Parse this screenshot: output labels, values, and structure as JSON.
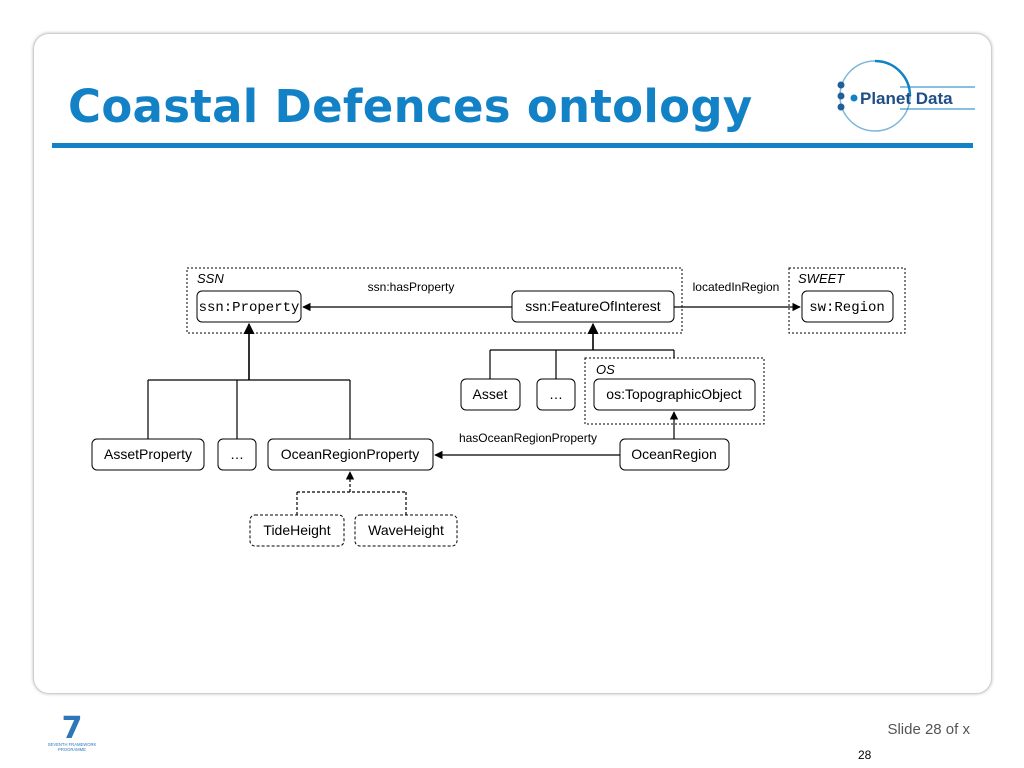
{
  "slide": {
    "title": "Coastal Defences ontology",
    "footer_slide": "Slide 28 of x",
    "footer_page": "28",
    "logo_text": "Planet Data",
    "fp7_text_line1": "SEVENTH FRAMEWORK",
    "fp7_text_line2": "PROGRAMME",
    "fp7_number": "7"
  },
  "diagram": {
    "groups": {
      "ssn": "SSN",
      "sweet": "SWEET",
      "os": "OS"
    },
    "nodes": {
      "ssn_property": "ssn:Property",
      "ssn_feature": "ssn:FeatureOfInterest",
      "sw_region": "sw:Region",
      "asset": "Asset",
      "ellipsis_feature": "…",
      "os_topographic": "os:TopographicObject",
      "asset_property": "AssetProperty",
      "ellipsis_property": "…",
      "ocean_region_property": "OceanRegionProperty",
      "ocean_region": "OceanRegion",
      "tide_height": "TideHeight",
      "wave_height": "WaveHeight"
    },
    "edges": {
      "has_property": "ssn:hasProperty",
      "located_in_region": "locatedInRegion",
      "has_ocean_region_property": "hasOceanRegionProperty"
    }
  },
  "colors": {
    "accent": "#1281c6"
  }
}
